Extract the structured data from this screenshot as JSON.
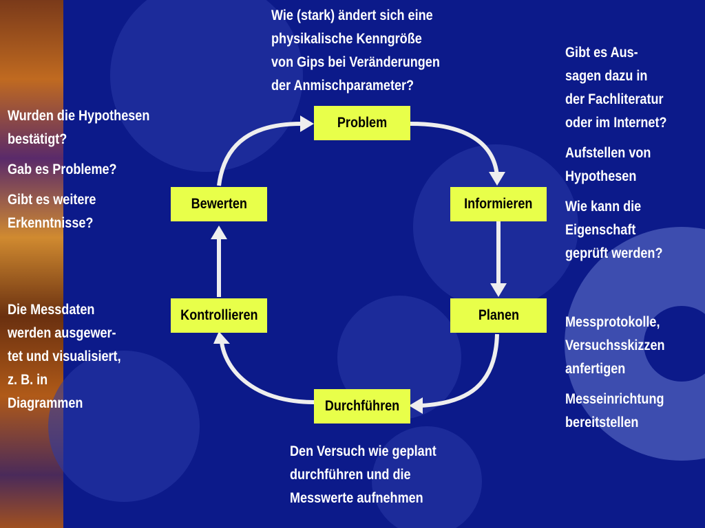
{
  "colors": {
    "background": "#0c1a8a",
    "box_fill": "#e8ff4a",
    "arrow": "#eeeeee",
    "text": "#ffffff"
  },
  "cycle": {
    "problem": "Problem",
    "informieren": "Informieren",
    "planen": "Planen",
    "durchfuehren": "Durchführen",
    "kontrollieren": "Kontrollieren",
    "bewerten": "Bewerten"
  },
  "texts": {
    "problem_question": [
      "Wie (stark) ändert sich eine",
      "physikalische Kenngröße",
      "von Gips bei Veränderungen",
      "der Anmischparameter?"
    ],
    "informieren_notes": [
      [
        "Gibt es Aus-",
        "sagen dazu in",
        "der Fachliteratur",
        "oder im Internet?"
      ],
      [
        "Aufstellen von",
        "Hypothesen"
      ],
      [
        "Wie kann die",
        "Eigenschaft",
        "geprüft werden?"
      ]
    ],
    "planen_notes": [
      [
        "Messprotokolle,",
        "Versuchsskizzen",
        "anfertigen"
      ],
      [
        "Messeinrichtung",
        "bereitstellen"
      ]
    ],
    "durchfuehren_note": [
      "Den Versuch wie geplant",
      "durchführen und die",
      "Messwerte aufnehmen"
    ],
    "bewerten_notes": [
      [
        "Wurden die Hypothesen",
        "bestätigt?"
      ],
      [
        "Gab es Probleme?"
      ],
      [
        "Gibt es weitere",
        "Erkenntnisse?"
      ]
    ],
    "kontrollieren_note": [
      "Die Messdaten",
      "werden ausgewer-",
      "tet und visualisiert,",
      "z. B. in",
      "Diagrammen"
    ]
  }
}
